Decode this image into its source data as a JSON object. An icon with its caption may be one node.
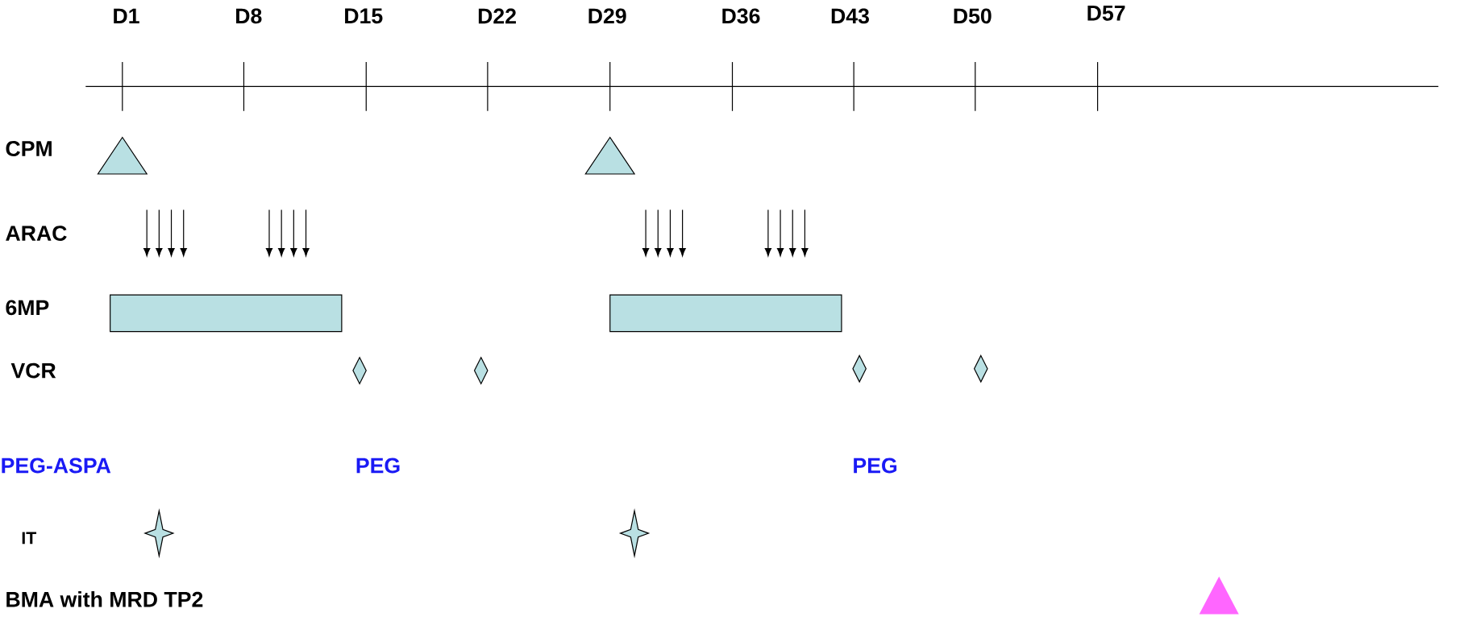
{
  "diagram": {
    "nodes": [
      {
        "text": [],
        "shape": "bar"
      },
      {
        "text": [],
        "shape": "bar"
      }
    ],
    "labels": [
      "D1",
      "D8",
      "D15",
      "D22",
      "D29",
      "D36",
      "D43",
      "D50",
      "D57",
      "CPM",
      "ARAC",
      "6MP",
      "VCR",
      "PEG-ASPA",
      "PEG",
      "PEG",
      "IT",
      "BMA with MRD TP2"
    ]
  }
}
